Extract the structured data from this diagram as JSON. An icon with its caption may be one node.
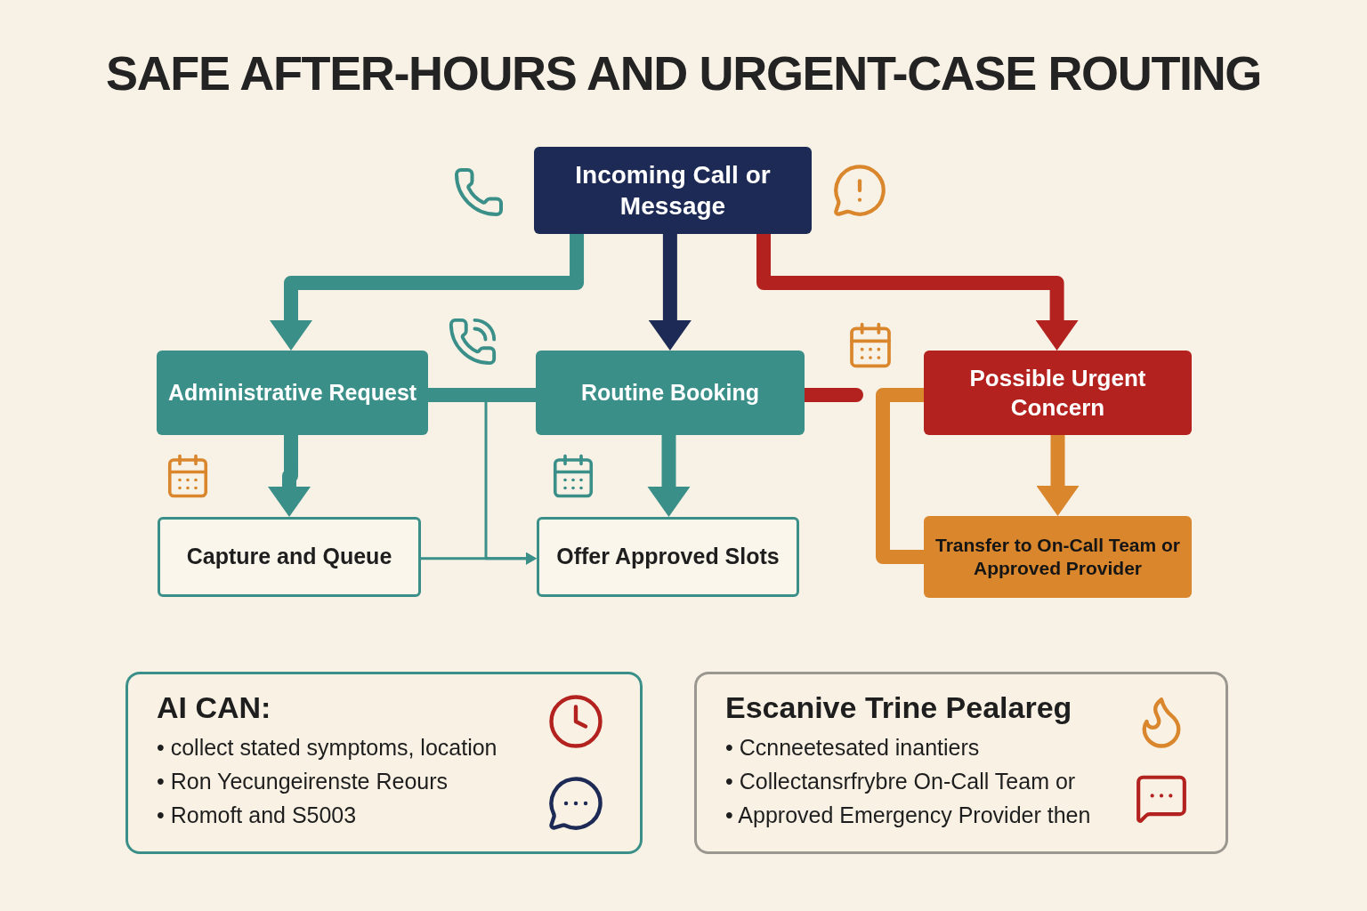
{
  "diagram": {
    "title": "SAFE AFTER-HOURS AND URGENT-CASE ROUTING",
    "nodes": [
      {
        "text": [
          "Incoming Call or Message"
        ]
      },
      {
        "text": [
          "Administrative Request"
        ]
      },
      {
        "text": [
          "Routine Booking"
        ]
      },
      {
        "text": [
          "Possible Urgent Concern"
        ]
      },
      {
        "text": [
          "Capture and Queue"
        ]
      },
      {
        "text": [
          "Offer Approved Slots"
        ]
      },
      {
        "text": [
          "Transfer to On-Call Team or Approved Provider"
        ]
      },
      {
        "text": [
          "AI CAN:",
          "• collect stated symptoms, location",
          "• Ron Yecungeirenste Reours",
          "• Romoft and S5003"
        ]
      },
      {
        "text": [
          "Escanive Trine Pealareg",
          "• Ccnneetesated inantiers",
          "• Collectansrfrybre On-Call Team or",
          "• Approved Emergency Provider then"
        ]
      }
    ],
    "edges": [
      {
        "from": 0,
        "to": 1,
        "arrow": "to"
      },
      {
        "from": 0,
        "to": 2,
        "arrow": "to",
        "color": "#1c2a55"
      },
      {
        "from": 0,
        "to": 3,
        "arrow": "to",
        "color": "#b3221f"
      },
      {
        "from": 1,
        "to": 4,
        "arrow": "to"
      },
      {
        "from": 2,
        "to": 5,
        "arrow": "to"
      },
      {
        "from": 3,
        "to": 6,
        "arrow": "to",
        "color": "#d9862c"
      },
      {
        "from": 1,
        "to": 2,
        "arrow": "none"
      },
      {
        "from": 4,
        "to": 5,
        "arrow": "to"
      },
      {
        "from": 1,
        "to": 5,
        "arrow": "to"
      },
      {
        "from": 2,
        "to": null,
        "arrow": "none",
        "color": "#b3221f"
      },
      {
        "from": 3,
        "to": 6,
        "arrow": "none",
        "color": "#d9862c"
      }
    ]
  }
}
